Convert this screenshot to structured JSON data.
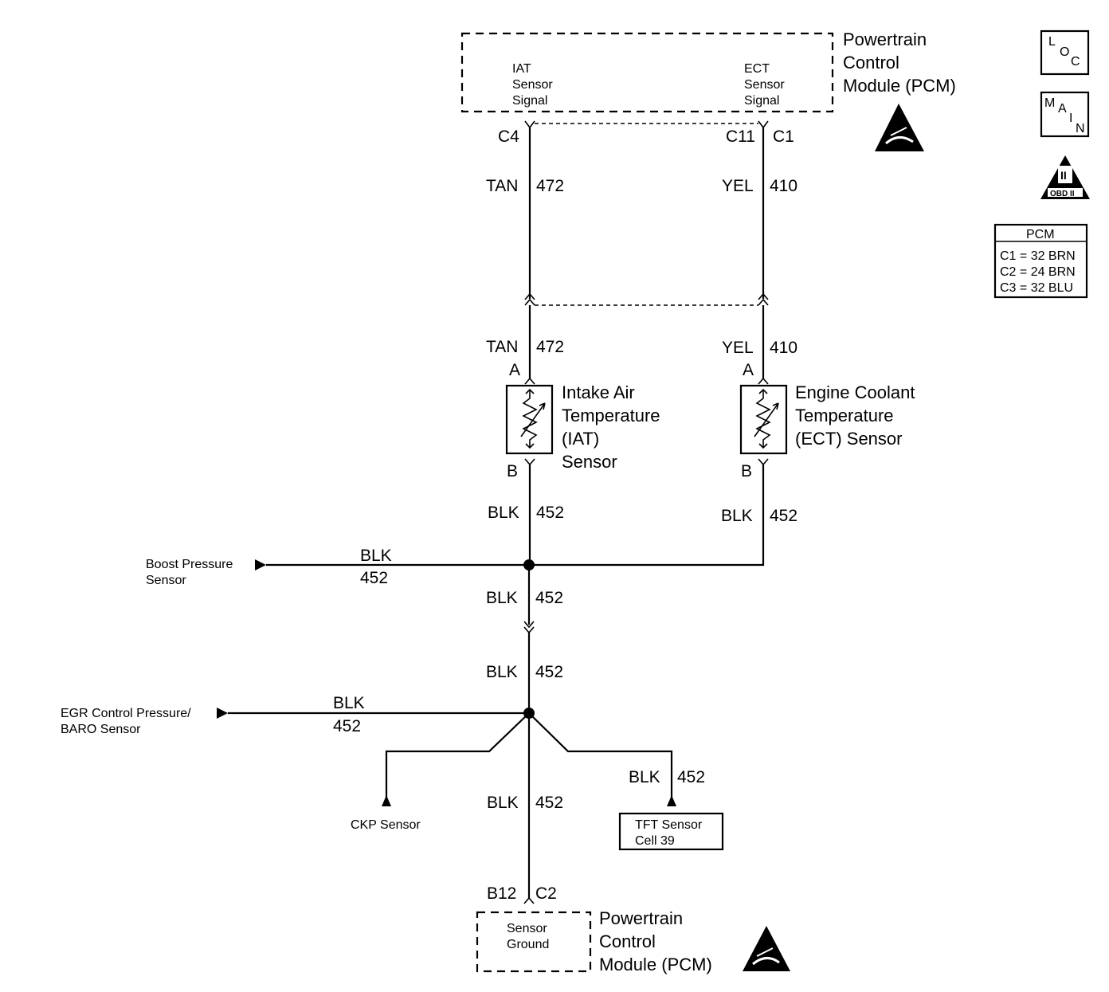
{
  "pcm_top": {
    "title": [
      "Powertrain",
      "Control",
      "Module (PCM)"
    ],
    "iat_signal": [
      "IAT",
      "Sensor",
      "Signal"
    ],
    "ect_signal": [
      "ECT",
      "Sensor",
      "Signal"
    ],
    "pin_c4": "C4",
    "pin_c11": "C11",
    "pin_c1": "C1"
  },
  "wires": {
    "iat_upper_color": "TAN",
    "iat_upper_num": "472",
    "iat_lower_color": "TAN",
    "iat_lower_num": "472",
    "ect_upper_color": "YEL",
    "ect_upper_num": "410",
    "ect_lower_color": "YEL",
    "ect_lower_num": "410",
    "iat_ground_color": "BLK",
    "iat_ground_num": "452",
    "ect_ground_color": "BLK",
    "ect_ground_num": "452",
    "boost_color": "BLK",
    "boost_num": "452",
    "trunk1_color": "BLK",
    "trunk1_num": "452",
    "trunk2_color": "BLK",
    "trunk2_num": "452",
    "egr_color": "BLK",
    "egr_num": "452",
    "tft_color": "BLK",
    "tft_num": "452",
    "trunk3_color": "BLK",
    "trunk3_num": "452"
  },
  "iat_sensor": {
    "pin_a": "A",
    "pin_b": "B",
    "name": [
      "Intake Air",
      "Temperature",
      "(IAT)",
      "Sensor"
    ]
  },
  "ect_sensor": {
    "pin_a": "A",
    "pin_b": "B",
    "name": [
      "Engine Coolant",
      "Temperature",
      "(ECT) Sensor"
    ]
  },
  "boost_sensor": [
    "Boost Pressure",
    "Sensor"
  ],
  "egr_sensor": [
    "EGR Control Pressure/",
    "BARO Sensor"
  ],
  "ckp_sensor": "CKP Sensor",
  "tft_sensor": [
    "TFT Sensor",
    "Cell 39"
  ],
  "pcm_bottom": {
    "pin_b12": "B12",
    "pin_c2": "C2",
    "ground": [
      "Sensor",
      "Ground"
    ],
    "title": [
      "Powertrain",
      "Control",
      "Module (PCM)"
    ]
  },
  "legend": {
    "loc_letters": [
      "L",
      "O",
      "C"
    ],
    "main_letters": [
      "M",
      "A",
      "I",
      "N"
    ],
    "obd_numeral": "II",
    "obd_text": "OBD II",
    "pcm_table_title": "PCM",
    "pcm_table_rows": [
      "C1 = 32 BRN",
      "C2 = 24 BRN",
      "C3 = 32 BLU"
    ]
  }
}
